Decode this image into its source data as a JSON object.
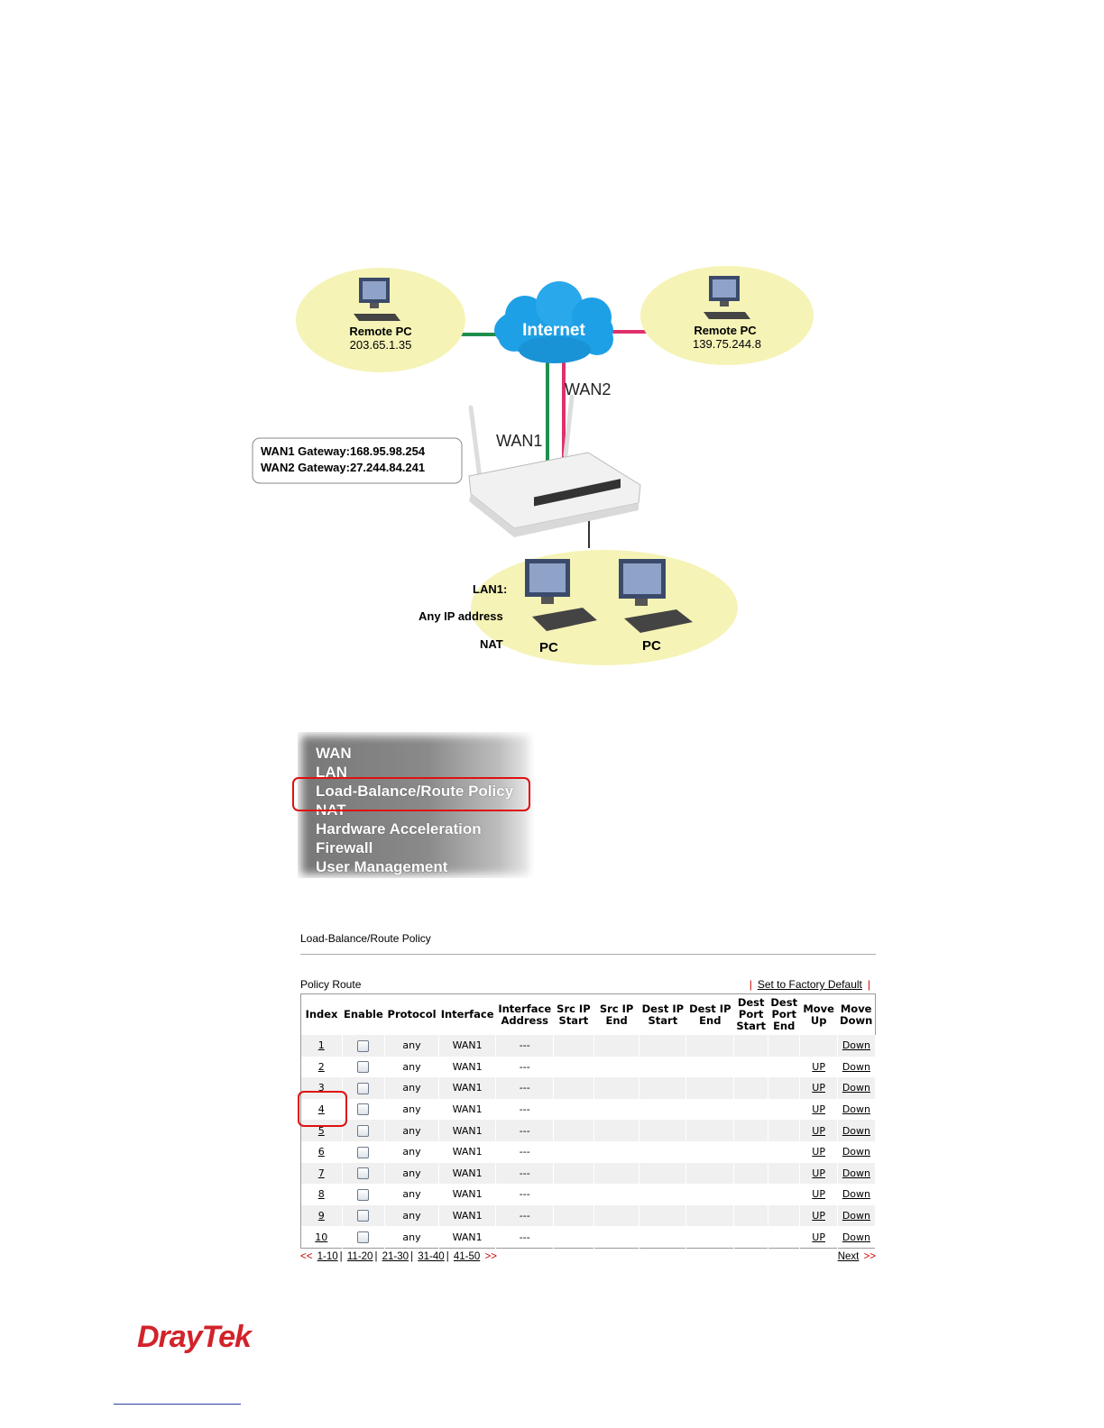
{
  "diagram": {
    "internet_label": "Internet",
    "remote_pc_left": {
      "label": "Remote PC",
      "ip": "203.65.1.35"
    },
    "remote_pc_right": {
      "label": "Remote PC",
      "ip": "139.75.244.8"
    },
    "wan1_label": "WAN1",
    "wan2_label": "WAN2",
    "gateway_line1": "WAN1 Gateway:168.95.98.254",
    "gateway_line2": "WAN2 Gateway:27.244.84.241",
    "lan_line1": "LAN1:",
    "lan_line2": "Any IP address",
    "lan_line3": "NAT",
    "pc1_label": "PC",
    "pc2_label": "PC",
    "colors": {
      "wan1": "#1f8f4e",
      "wan2": "#e0306a",
      "bubble": "#f5f3b6",
      "cloud": "#1ea0e6"
    }
  },
  "menu": {
    "items": [
      "WAN",
      "LAN",
      "Load-Balance/Route Policy",
      "NAT",
      "Hardware Acceleration",
      "Firewall",
      "User Management"
    ],
    "highlighted": "Load-Balance/Route Policy"
  },
  "policy": {
    "page_title": "Load-Balance/Route Policy",
    "section_title": "Policy Route",
    "factory_default": "Set to Factory Default",
    "separator": "|",
    "headers": [
      "Index",
      "Enable",
      "Protocol",
      "Interface",
      "Interface Address",
      "Src IP Start",
      "Src IP End",
      "Dest IP Start",
      "Dest IP End",
      "Dest Port Start",
      "Dest Port End",
      "Move Up",
      "Move Down"
    ],
    "rows": [
      {
        "index": "1",
        "protocol": "any",
        "interface": "WAN1",
        "address": "---",
        "up": "",
        "down": "Down"
      },
      {
        "index": "2",
        "protocol": "any",
        "interface": "WAN1",
        "address": "---",
        "up": "UP",
        "down": "Down"
      },
      {
        "index": "3",
        "protocol": "any",
        "interface": "WAN1",
        "address": "---",
        "up": "UP",
        "down": "Down"
      },
      {
        "index": "4",
        "protocol": "any",
        "interface": "WAN1",
        "address": "---",
        "up": "UP",
        "down": "Down"
      },
      {
        "index": "5",
        "protocol": "any",
        "interface": "WAN1",
        "address": "---",
        "up": "UP",
        "down": "Down"
      },
      {
        "index": "6",
        "protocol": "any",
        "interface": "WAN1",
        "address": "---",
        "up": "UP",
        "down": "Down"
      },
      {
        "index": "7",
        "protocol": "any",
        "interface": "WAN1",
        "address": "---",
        "up": "UP",
        "down": "Down"
      },
      {
        "index": "8",
        "protocol": "any",
        "interface": "WAN1",
        "address": "---",
        "up": "UP",
        "down": "Down"
      },
      {
        "index": "9",
        "protocol": "any",
        "interface": "WAN1",
        "address": "---",
        "up": "UP",
        "down": "Down"
      },
      {
        "index": "10",
        "protocol": "any",
        "interface": "WAN1",
        "address": "---",
        "up": "UP",
        "down": "Down"
      }
    ],
    "pager": {
      "prev": "<<",
      "pages": [
        "1-10",
        "11-20",
        "21-30",
        "31-40",
        "41-50"
      ],
      "more": ">>",
      "next": "Next",
      "next_arrows": ">>"
    }
  },
  "footer": {
    "logo": "DrayTek"
  }
}
